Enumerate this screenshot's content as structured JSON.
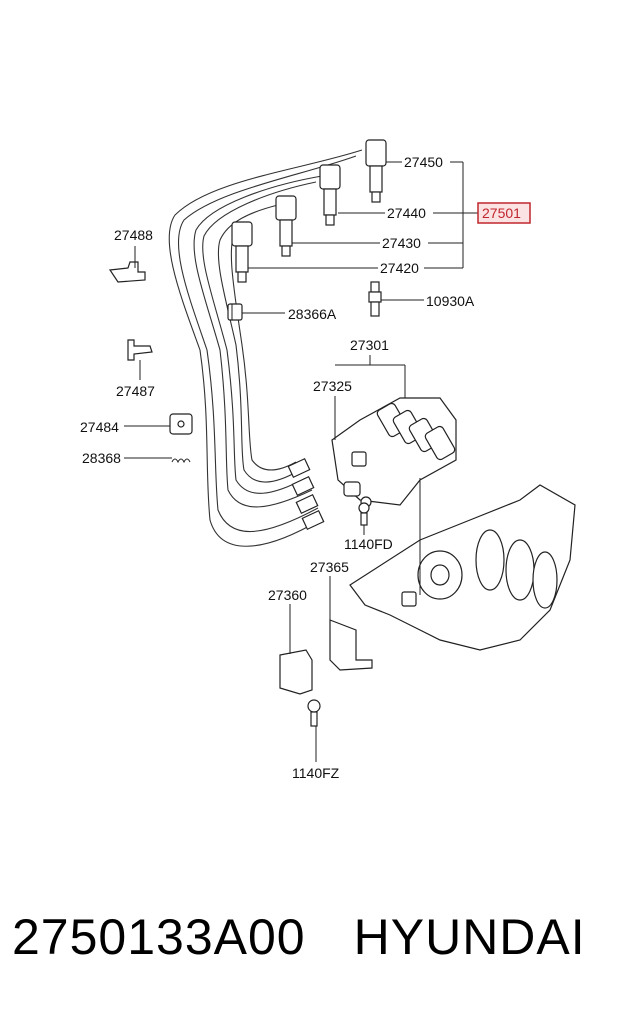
{
  "diagram": {
    "callouts": [
      {
        "id": "c27450",
        "text": "27450"
      },
      {
        "id": "c27440",
        "text": "27440"
      },
      {
        "id": "c27501",
        "text": "27501",
        "highlighted": true
      },
      {
        "id": "c27430",
        "text": "27430"
      },
      {
        "id": "c27420",
        "text": "27420"
      },
      {
        "id": "c27488",
        "text": "27488"
      },
      {
        "id": "c28366A",
        "text": "28366A"
      },
      {
        "id": "c10930A",
        "text": "10930A"
      },
      {
        "id": "c27301",
        "text": "27301"
      },
      {
        "id": "c27325",
        "text": "27325"
      },
      {
        "id": "c27487",
        "text": "27487"
      },
      {
        "id": "c27484",
        "text": "27484"
      },
      {
        "id": "c28368",
        "text": "28368"
      },
      {
        "id": "c1140FD",
        "text": "1140FD"
      },
      {
        "id": "c27365",
        "text": "27365"
      },
      {
        "id": "c27360",
        "text": "27360"
      },
      {
        "id": "c1140FZ",
        "text": "1140FZ"
      }
    ],
    "highlight_color": "#c0262d"
  },
  "caption": {
    "part_number": "2750133A00",
    "brand": "HYUNDAI"
  }
}
